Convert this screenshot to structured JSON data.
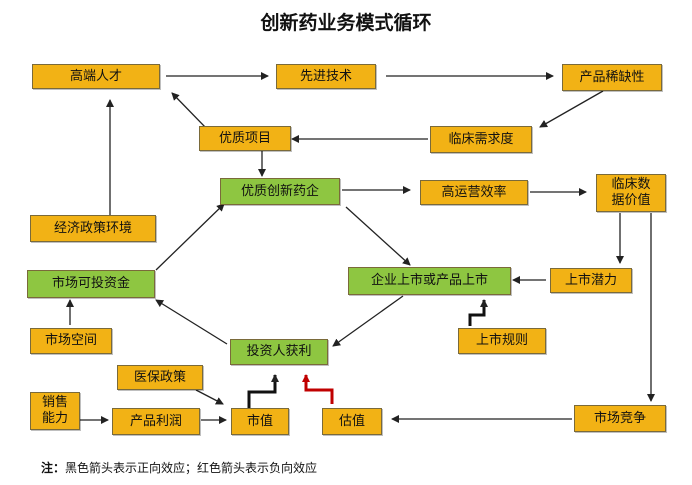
{
  "title": "创新药业务模式循环",
  "colors": {
    "orange": "#f2b215",
    "green": "#8ec641",
    "positive": "#000000",
    "negative": "#c00000"
  },
  "nodes": {
    "talent": "高端人才",
    "tech": "先进技术",
    "scarcity": "产品稀缺性",
    "quality_project": "优质项目",
    "clinical_demand": "临床需求度",
    "quality_pharma": "优质创新药企",
    "efficiency": "高运营效率",
    "clinical_data": "临床数\n据价值",
    "policy_env": "经济政策环境",
    "investable_capital": "市场可投资金",
    "listing": "企业上市或产品上市",
    "listing_potential": "上市潜力",
    "market_space": "市场空间",
    "investor_profit": "投资人获利",
    "listing_rules": "上市规则",
    "insurance_policy": "医保政策",
    "sales": "销售\n能力",
    "product_profit": "产品利润",
    "market_value": "市值",
    "valuation": "估值",
    "competition": "市场竞争"
  },
  "note": {
    "label": "注：",
    "text": "黑色箭头表示正向效应；红色箭头表示负向效应"
  }
}
